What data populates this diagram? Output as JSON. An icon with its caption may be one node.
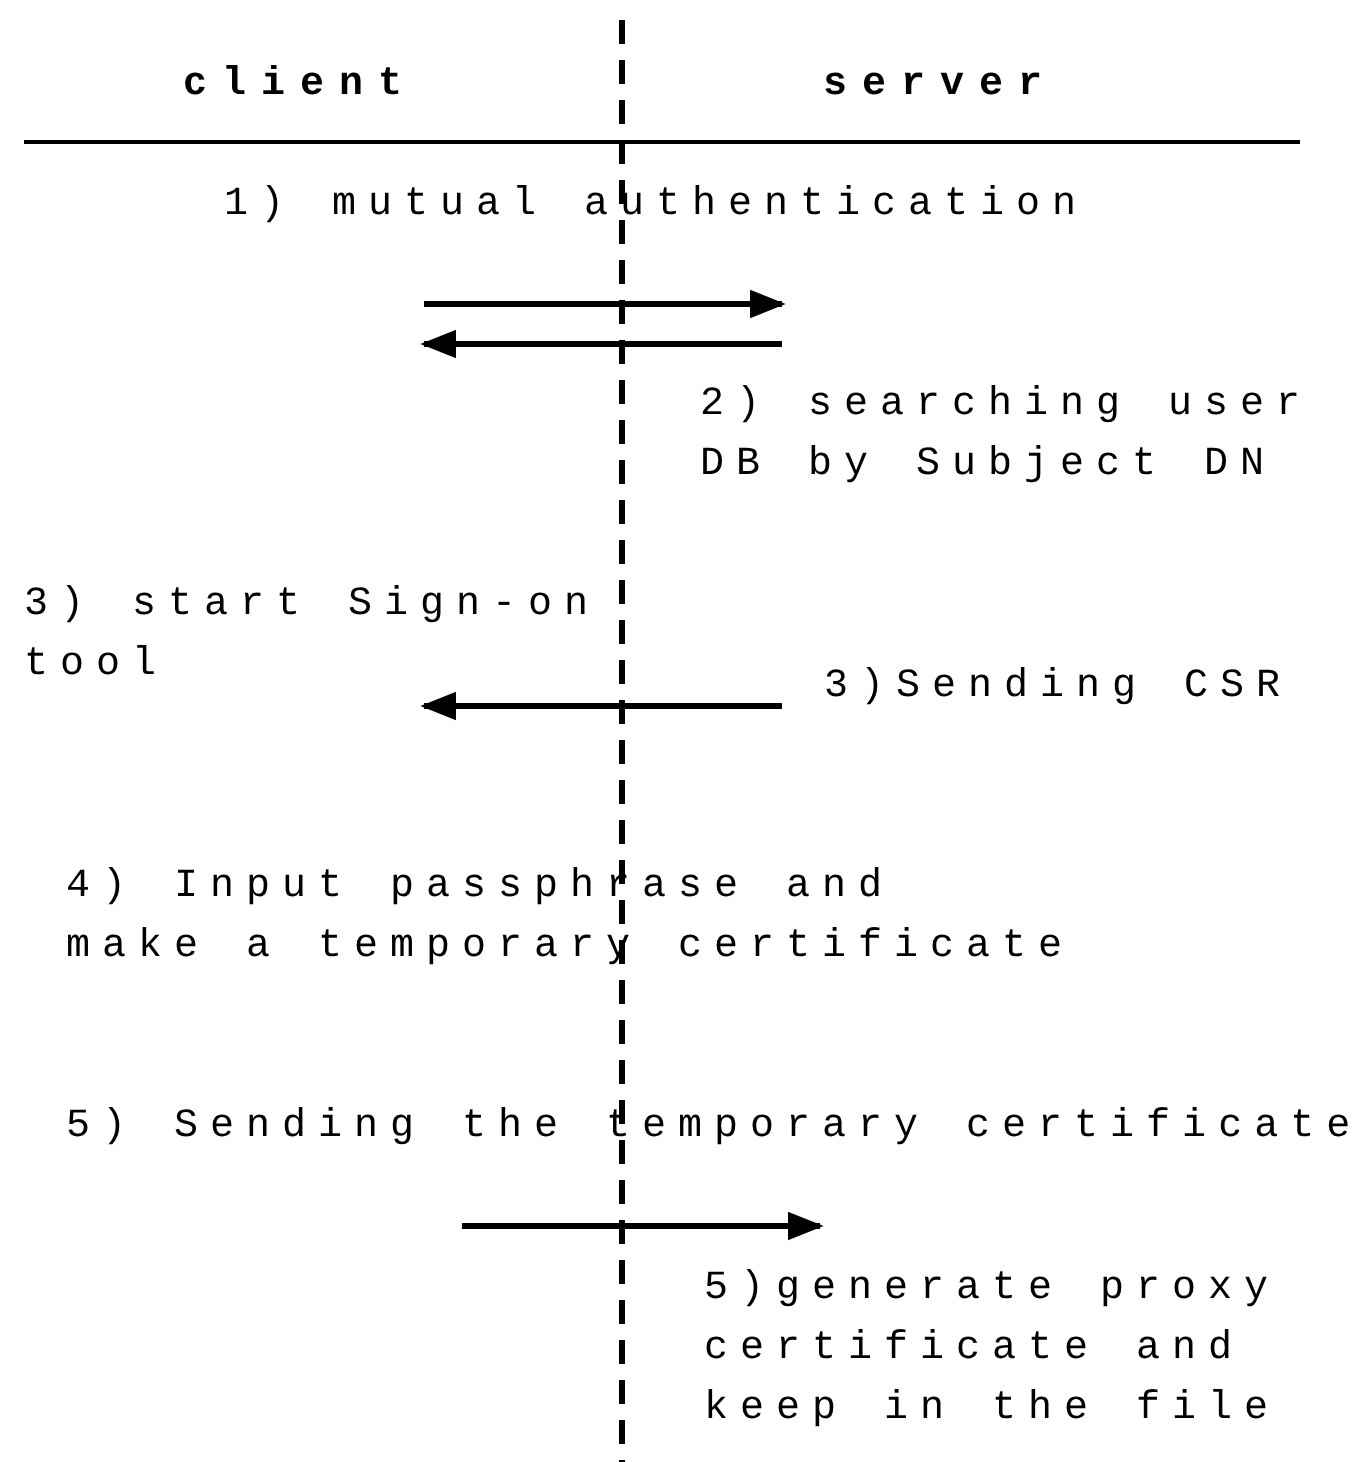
{
  "diagram": {
    "labels": [
      "client",
      "server",
      "1) mutual authentication",
      "2) searching user DB by Subject DN",
      "3) start Sign-on tool",
      "3)Sending CSR",
      "4) Input passphrase and make a temporary certificate",
      "5) Sending the temporary certificate",
      "5)generate proxy certificate and keep in the file"
    ]
  }
}
